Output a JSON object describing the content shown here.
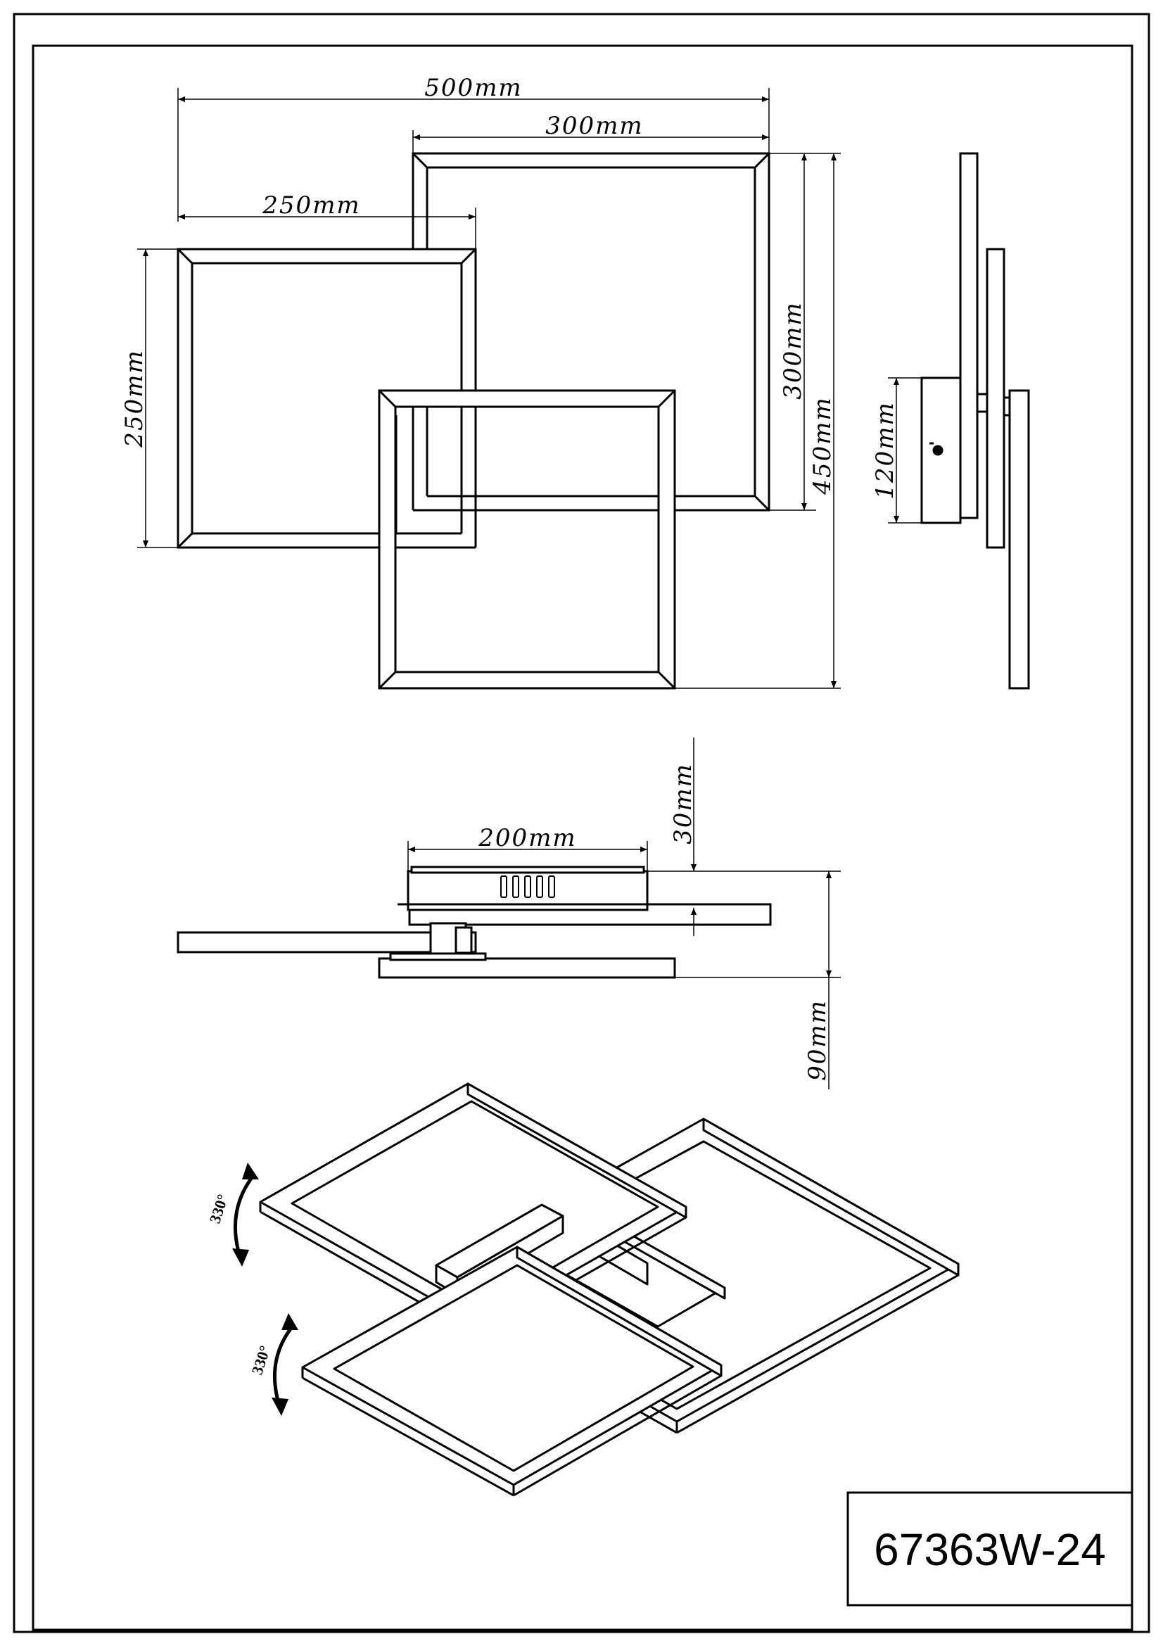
{
  "front_view": {
    "dim_total_width": "500mm",
    "dim_large_frame_width": "300mm",
    "dim_small_frame_width": "250mm",
    "dim_small_frame_height": "250mm",
    "dim_large_frame_height": "300mm",
    "dim_total_height": "450mm"
  },
  "side_view": {
    "dim_base_height": "120mm"
  },
  "bottom_view": {
    "dim_base_width": "200mm",
    "dim_base_depth": "30mm",
    "dim_total_depth": "90mm"
  },
  "perspective_view": {
    "rotation_upper": "330°",
    "rotation_lower": "330°"
  },
  "title_block": {
    "model_number": "67363W-24"
  },
  "colors": {
    "line": "#000000",
    "background": "#ffffff"
  }
}
